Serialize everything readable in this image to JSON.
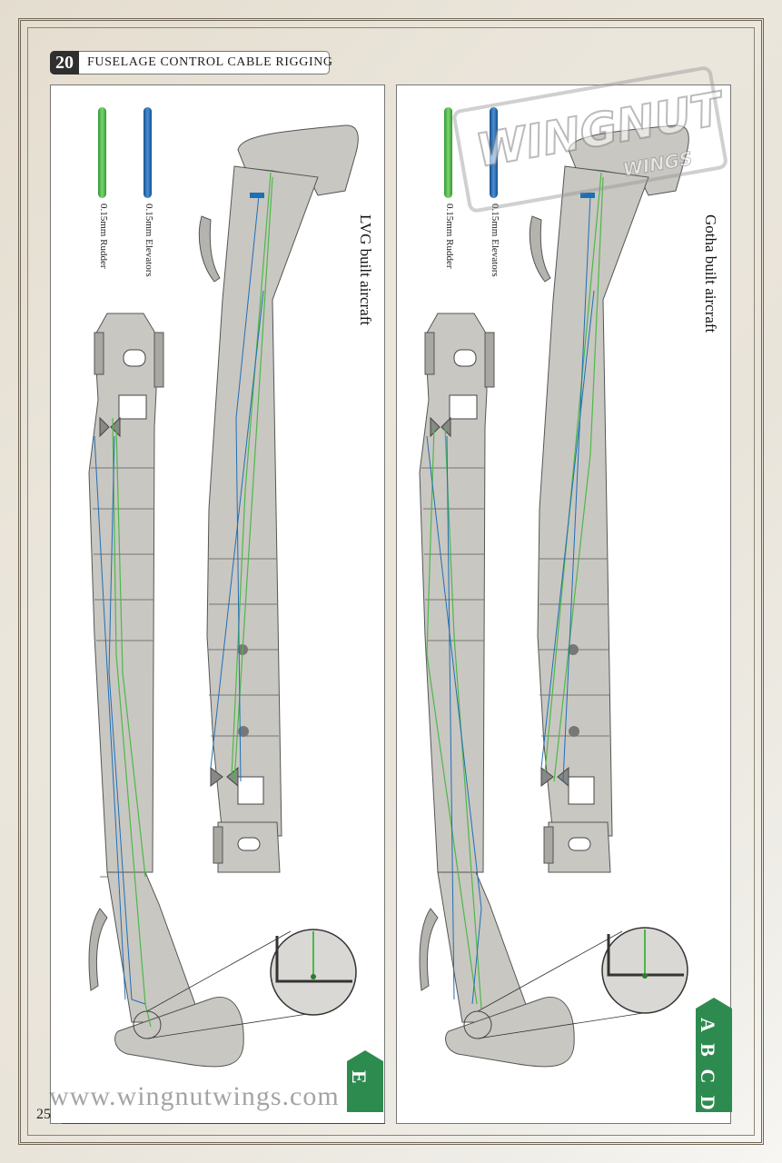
{
  "header": {
    "step_number": "20",
    "title": "FUSELAGE CONTROL CABLE RIGGING"
  },
  "legend": {
    "rudder": {
      "label": "0.15mm  Rudder",
      "color": "#4db848"
    },
    "elevators": {
      "label": "0.15mm  Elevators",
      "color": "#1f6fb5"
    }
  },
  "panels": {
    "left": {
      "title": "LVG built aircraft",
      "version_tag": "E"
    },
    "right": {
      "title": "Gotha built aircraft",
      "version_tag": "A B C D"
    }
  },
  "watermark": {
    "text": "WINGNUT",
    "subtext": "WINGS"
  },
  "footer": {
    "url": "www.wingnutwings.com",
    "page_number": "25"
  },
  "colors": {
    "tag_green": "#2e8b4f",
    "fuselage_gray": "#c9c7c2"
  }
}
